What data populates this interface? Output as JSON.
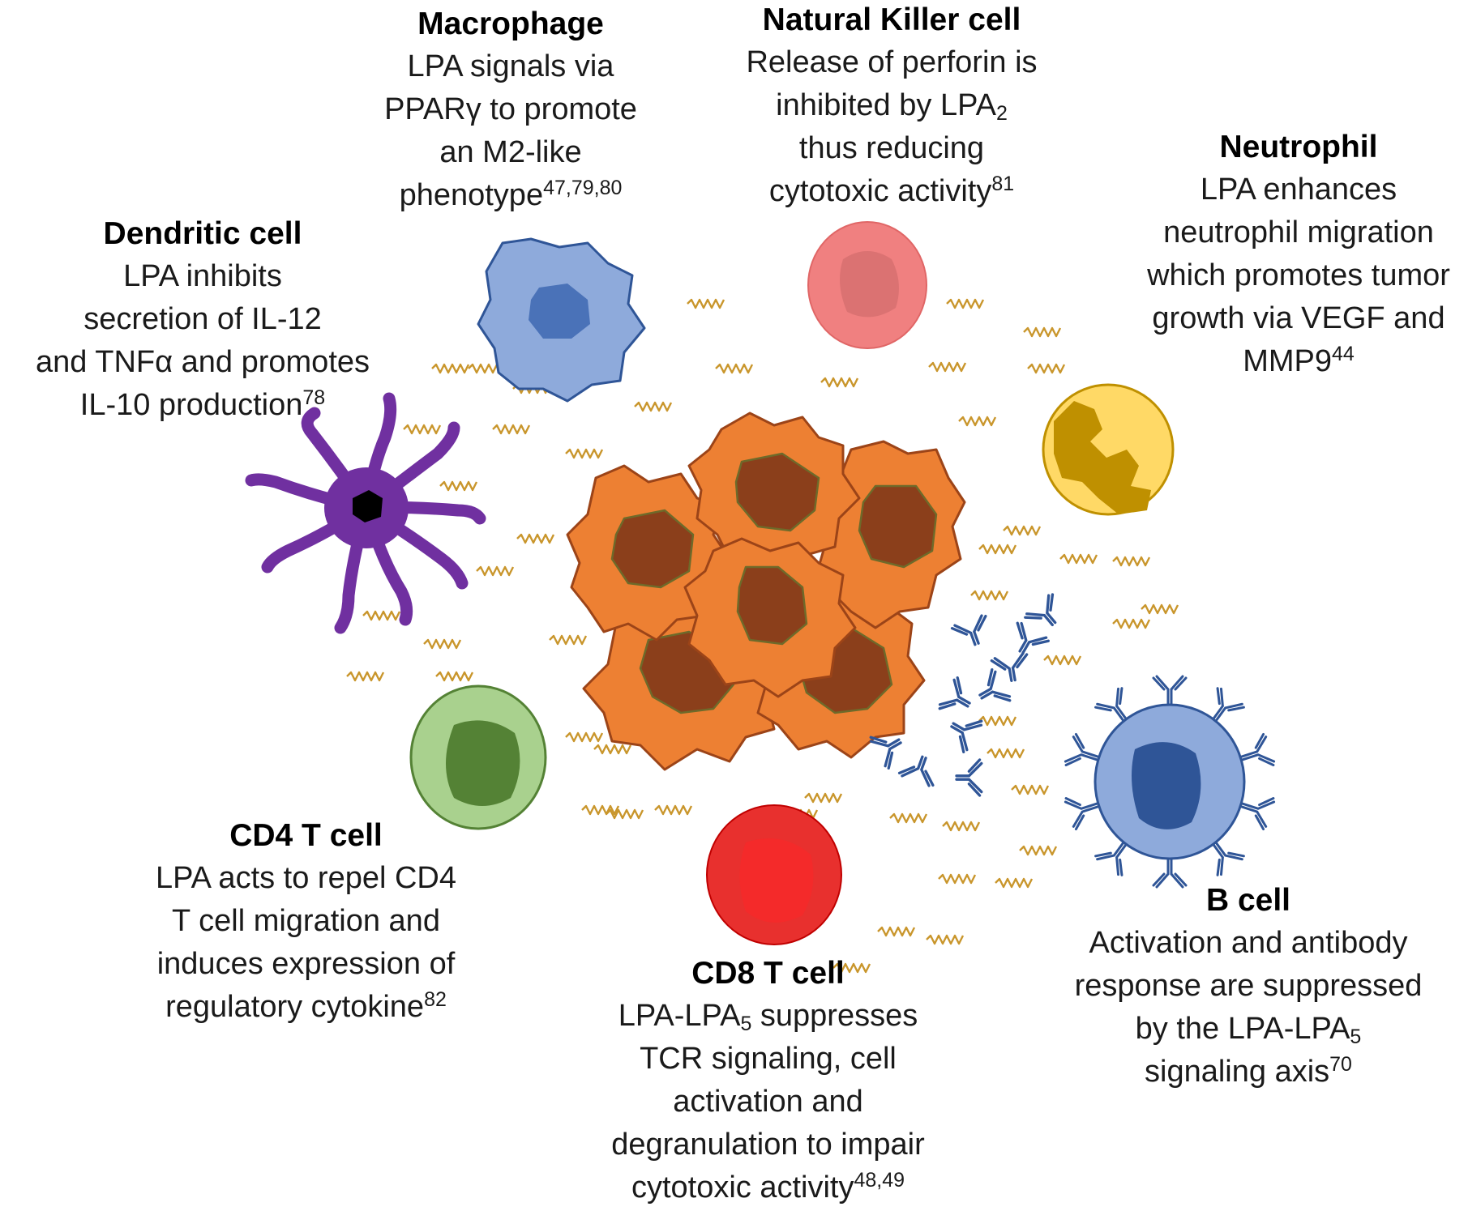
{
  "colors": {
    "tumor_fill": "#ED8033",
    "tumor_stroke": "#9C4418",
    "tumor_nucleus": "#8B3F1B",
    "tumor_nucleus_stroke": "#6E6A2A",
    "lpa": "#C9962C",
    "macrophage": "#8EAADB",
    "macrophage_nucleus": "#4A72B8",
    "nk_cell": "#F08080",
    "nk_nucleus": "#DB7272",
    "neutrophil": "#FFD966",
    "neutrophil_nucleus": "#BF9000",
    "dendritic": "#7030A0",
    "cd4_outer": "#A9D18E",
    "cd4_nucleus": "#548235",
    "cd8_outer": "#E8302E",
    "cd8_inner": "#F42A2A",
    "b_cell": "#8EAADB",
    "b_nucleus": "#2F5597",
    "antibody": "#2F5597"
  },
  "cells": [
    {
      "key": "macrophage",
      "title": "Macrophage",
      "lines": [
        {
          "text": "LPA signals via"
        },
        {
          "text": "PPARγ to promote"
        },
        {
          "text": "an M2-like"
        },
        {
          "text": "phenotype",
          "sup": "47,79,80"
        }
      ]
    },
    {
      "key": "nk",
      "title": "Natural Killer cell",
      "lines": [
        {
          "text": "Release of perforin is"
        },
        {
          "text": "inhibited by LPA",
          "sub": "2"
        },
        {
          "text": "thus reducing"
        },
        {
          "text": "cytotoxic activity",
          "sup": "81"
        }
      ]
    },
    {
      "key": "neutrophil",
      "title": "Neutrophil",
      "lines": [
        {
          "text": "LPA enhances"
        },
        {
          "text": "neutrophil migration"
        },
        {
          "text": "which promotes tumor"
        },
        {
          "text": "growth via VEGF and"
        },
        {
          "text": "MMP9",
          "sup": "44"
        }
      ]
    },
    {
      "key": "dendritic",
      "title": "Dendritic cell",
      "lines": [
        {
          "text": "LPA inhibits"
        },
        {
          "text": "secretion of IL-12"
        },
        {
          "text": "and TNFα and promotes"
        },
        {
          "text": "IL-10 production",
          "sup": "78"
        }
      ]
    },
    {
      "key": "cd4",
      "title": "CD4 T cell",
      "lines": [
        {
          "text": "LPA acts to repel CD4"
        },
        {
          "text": "T cell migration and"
        },
        {
          "text": "induces expression of"
        },
        {
          "text": "regulatory cytokine",
          "sup": "82"
        }
      ]
    },
    {
      "key": "cd8",
      "title": "CD8 T cell",
      "lines": [
        {
          "text": "LPA-LPA",
          "sub": "5",
          "after": " suppresses"
        },
        {
          "text": "TCR signaling, cell"
        },
        {
          "text": "activation and"
        },
        {
          "text": "degranulation to impair"
        },
        {
          "text": "cytotoxic activity",
          "sup": "48,49"
        }
      ]
    },
    {
      "key": "bcell",
      "title": "B cell",
      "lines": [
        {
          "text": "Activation and antibody"
        },
        {
          "text": "response are suppressed"
        },
        {
          "text": "by the LPA-LPA",
          "sub": "5"
        },
        {
          "text": "signaling axis",
          "sup": "70"
        }
      ]
    }
  ]
}
